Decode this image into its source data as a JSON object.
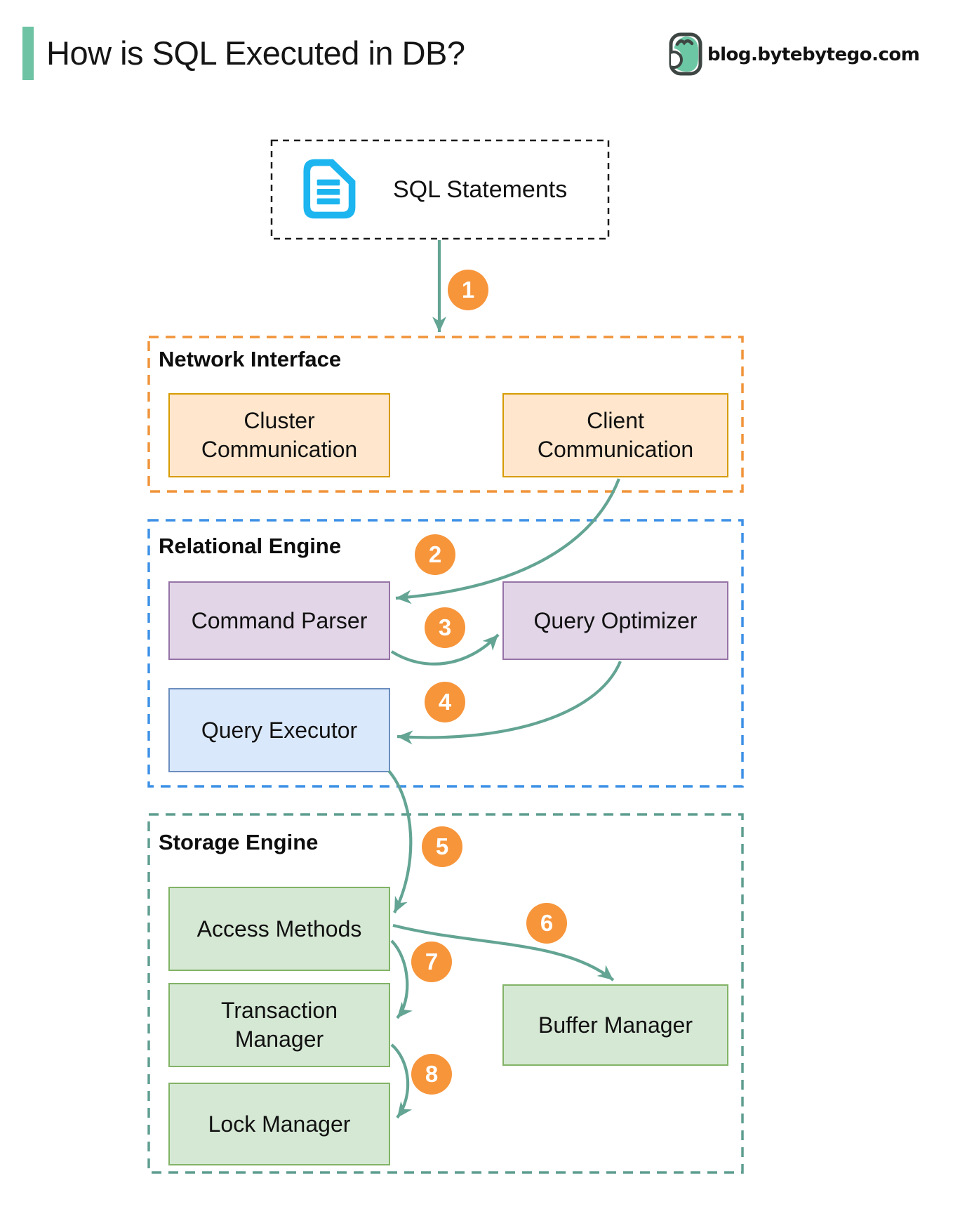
{
  "header": {
    "title": "How is SQL Executed in DB?",
    "site": "blog.bytebytego.com",
    "accent_color": "#6DC3A3"
  },
  "source": {
    "label": "SQL Statements",
    "icon": "document-icon",
    "icon_color": "#1CB5F0",
    "border_color": "#1A1A1A"
  },
  "steps": {
    "labels": [
      "1",
      "2",
      "3",
      "4",
      "5",
      "6",
      "7",
      "8"
    ],
    "badge_color": "#F7953B",
    "arrow_color": "#63A493"
  },
  "sections": [
    {
      "label": "Network Interface",
      "border_color": "#F0943A",
      "boxes": [
        {
          "label": "Cluster Communication",
          "fill": "#FFE6CC",
          "border": "#D79B00"
        },
        {
          "label": "Client Communication",
          "fill": "#FFE6CC",
          "border": "#D79B00"
        }
      ]
    },
    {
      "label": "Relational Engine",
      "border_color": "#3D90E6",
      "boxes": [
        {
          "label": "Command Parser",
          "fill": "#E1D5E7",
          "border": "#9673A6"
        },
        {
          "label": "Query Optimizer",
          "fill": "#E1D5E7",
          "border": "#9673A6"
        },
        {
          "label": "Query Executor",
          "fill": "#DAE8FC",
          "border": "#6C8EBF"
        }
      ]
    },
    {
      "label": "Storage Engine",
      "border_color": "#5F9D90",
      "boxes": [
        {
          "label": "Access Methods",
          "fill": "#D5E8D4",
          "border": "#82B366"
        },
        {
          "label": "Transaction Manager",
          "fill": "#D5E8D4",
          "border": "#82B366"
        },
        {
          "label": "Lock Manager",
          "fill": "#D5E8D4",
          "border": "#82B366"
        },
        {
          "label": "Buffer Manager",
          "fill": "#D5E8D4",
          "border": "#82B366"
        }
      ]
    }
  ]
}
